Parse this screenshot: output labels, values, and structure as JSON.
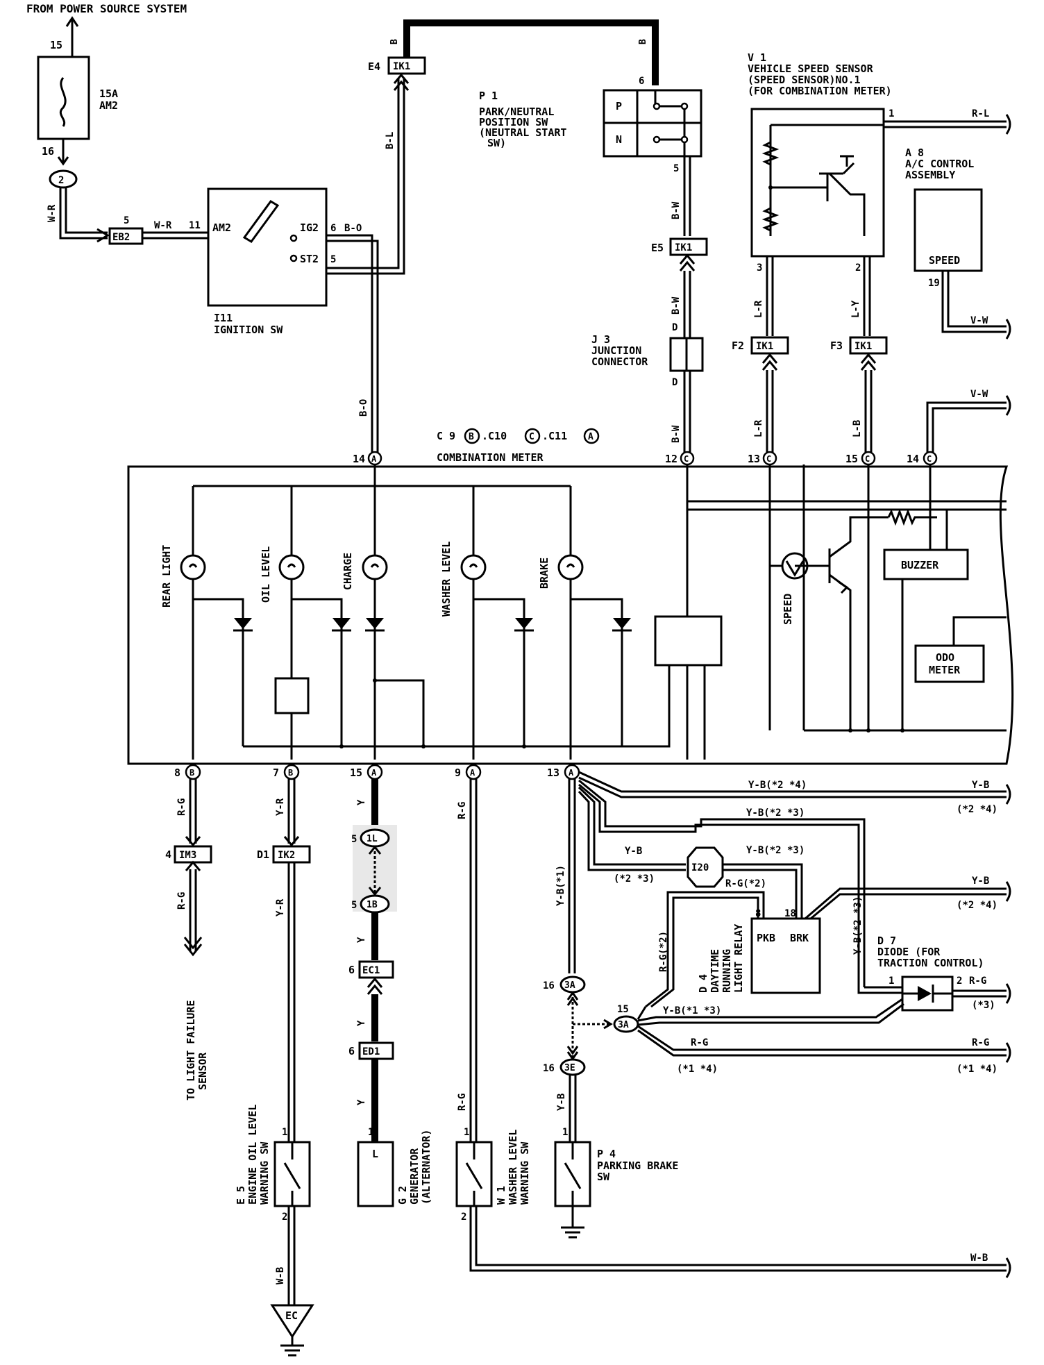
{
  "header": {
    "source": "FROM POWER SOURCE SYSTEM"
  },
  "fuse": {
    "pin_in": "15",
    "pin_out": "16",
    "rating": "15A",
    "name": "AM2"
  },
  "splices": {
    "s2": "2",
    "i20": "I20",
    "s3a_top": "3A",
    "s3a_mid": "3A",
    "s3e": "3E",
    "s1l": "1L",
    "s1b": "1B"
  },
  "connectors": {
    "eb2": "EB2",
    "eb2_pin": "5",
    "e4": "E4",
    "ik1_top": "IK1",
    "e5": "E5",
    "ik1_e5": "IK1",
    "f2": "F2",
    "ik1_f2": "IK1",
    "f3": "F3",
    "ik1_f3": "IK1",
    "im3": "IM3",
    "im3_pin": "4",
    "d1": "D1",
    "ik2": "IK2",
    "ec1": "EC1",
    "ec1_pin": "6",
    "ed1": "ED1",
    "ed1_pin": "6",
    "pin_1l": "5",
    "pin_1b": "5",
    "pin_3a_top": "16",
    "pin_3a_mid": "15",
    "pin_3e": "16"
  },
  "ignition": {
    "code": "I11",
    "name": "IGNITION SW",
    "am2": "AM2",
    "ig2": "IG2",
    "st2": "ST2",
    "pin11": "11",
    "pin6": "6",
    "pin5": "5",
    "wire_wr": "W-R",
    "wire_bo": "B-O"
  },
  "park": {
    "code": "P 1",
    "l1": "PARK/NEUTRAL",
    "l2": "POSITION SW",
    "l3": "(NEUTRAL START",
    "l4": "SW)",
    "p": "P",
    "n": "N",
    "pin6": "6",
    "pin5": "5"
  },
  "j3": {
    "code": "J 3",
    "l1": "JUNCTION",
    "l2": "CONNECTOR",
    "d1": "D",
    "d2": "D"
  },
  "v1": {
    "code": "V 1",
    "l1": "VEHICLE SPEED SENSOR",
    "l2": "(SPEED SENSOR)NO.1",
    "l3": "(FOR COMBINATION METER)",
    "pin1": "1",
    "pin3": "3",
    "pin2": "2"
  },
  "a8": {
    "code": "A 8",
    "l1": "A/C CONTROL",
    "l2": "ASSEMBLY",
    "speed": "SPEED",
    "pin19": "19"
  },
  "meter": {
    "connectors": "C 9",
    "c10": ".C10",
    "c11": ".C11",
    "b": "B",
    "c": "C",
    "a": "A",
    "name": "COMBINATION METER",
    "rear_light": "REAR LIGHT",
    "oil_level": "OIL LEVEL",
    "charge": "CHARGE",
    "washer_level": "WASHER LEVEL",
    "brake": "BRAKE",
    "speed": "SPEED",
    "buzzer": "BUZZER",
    "odo1": "ODO",
    "odo2": "METER",
    "pin14a": "14",
    "pin12c": "12",
    "pin13c": "13",
    "pin15c": "15",
    "pin14c": "14",
    "pin8b": "8",
    "pin7b": "7",
    "pin15a": "15",
    "pin9a": "9",
    "pin13a": "13"
  },
  "wires": {
    "b1": "B",
    "b2": "B",
    "bl": "B-L",
    "bw1": "B-W",
    "bw2": "B-W",
    "bw3": "B-W",
    "lr1": "L-R",
    "lr2": "L-R",
    "ly": "L-Y",
    "lb": "L-B",
    "rl": "R-L",
    "vw1": "V-W",
    "vw2": "V-W",
    "wr": "W-R",
    "bo": "B-O",
    "rg1": "R-G",
    "rg2": "R-G",
    "yr1": "Y-R",
    "yr2": "Y-R",
    "y1": "Y",
    "y2": "Y",
    "y3": "Y",
    "y4": "Y",
    "rg3": "R-G",
    "rg4": "R-G",
    "yb_24": "Y-B(*2 *4)",
    "yb_right1": "Y-B",
    "yb_note1": "(*2 *4)",
    "yb_23a": "Y-B(*2 *3)",
    "yb_23b": "Y-B(*2 *3)",
    "yb": "Y-B",
    "yb_note": "(*2 *3)",
    "rg_2": "R-G(*2)",
    "rg_2v": "R-G(*2)",
    "yb_right2": "Y-B",
    "yb_note2": "(*2 *4)",
    "yb_1": "Y-B(*1)",
    "yb_23v": "Y-B(*2 *3)",
    "yb_13": "Y-B(*1 *3)",
    "rg_mid": "R-G",
    "rg_note": "(*1 *4)",
    "rg_right": "R-G",
    "rg_right_note": "(*1 *4)",
    "rg_d7": "R-G",
    "rg_d7_note": "(*3)",
    "yb_bot": "Y-B",
    "wb1": "W-B",
    "wb2": "W-B"
  },
  "d4": {
    "code": "D 4",
    "l1": "DAYTIME",
    "l2": "RUNNING",
    "l3": "LIGHT RELAY",
    "pkb": "PKB",
    "brk": "BRK",
    "pin8": "8",
    "pin18": "18"
  },
  "d7": {
    "code": "D 7",
    "l1": "DIODE (FOR",
    "l2": "TRACTION CONTROL)",
    "pin1": "1",
    "pin2": "2"
  },
  "bottom": {
    "failure1": "TO LIGHT FAILURE",
    "failure2": "SENSOR",
    "e5": "E 5",
    "e5_l1": "ENGINE OIL LEVEL",
    "e5_l2": "WARNING SW",
    "e5_pin1": "1",
    "e5_pin2": "2",
    "g2": "G 2",
    "g2_l1": "GENERATOR",
    "g2_l2": "(ALTERNATOR)",
    "g2_l": "L",
    "g2_pin": "1",
    "w1": "W 1",
    "w1_l1": "WASHER LEVEL",
    "w1_l2": "WARNING SW",
    "w1_pin1": "1",
    "w1_pin2": "2",
    "p4": "P 4",
    "p4_l1": "PARKING BRAKE",
    "p4_l2": "SW",
    "p4_pin1": "1",
    "ec": "EC"
  }
}
